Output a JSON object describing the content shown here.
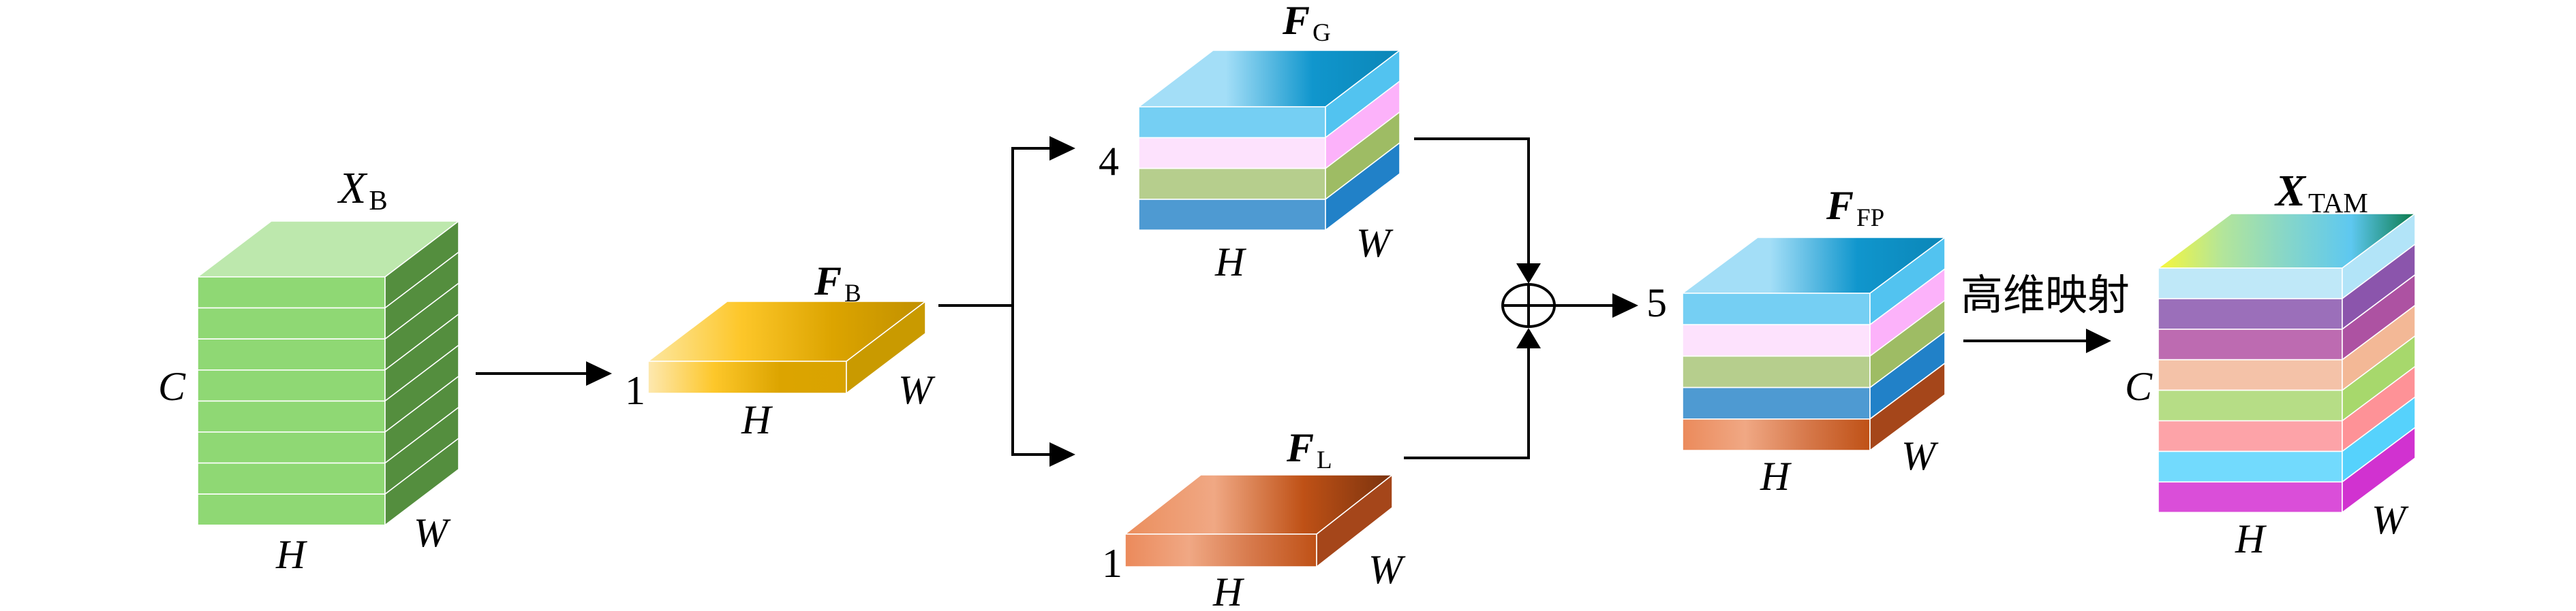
{
  "figure": {
    "blocks": [
      {
        "id": "xb",
        "label_main": "X",
        "label_sub": "B",
        "label_bold": false,
        "channel_label": "C",
        "height_label": "H",
        "width_label": "W",
        "channel_count_label": "",
        "top_gradient": [
          "#bde8ad",
          "#bde8ad"
        ],
        "layers": [
          {
            "front": "#8fd874",
            "side": "#548e3e"
          },
          {
            "front": "#8fd874",
            "side": "#548e3e"
          },
          {
            "front": "#8fd874",
            "side": "#548e3e"
          },
          {
            "front": "#8fd874",
            "side": "#548e3e"
          },
          {
            "front": "#8fd874",
            "side": "#548e3e"
          },
          {
            "front": "#8fd874",
            "side": "#548e3e"
          },
          {
            "front": "#8fd874",
            "side": "#548e3e"
          },
          {
            "front": "#8fd874",
            "side": "#548e3e"
          }
        ]
      },
      {
        "id": "fb",
        "label_main": "F",
        "label_sub": "B",
        "label_bold": true,
        "channel_label": "",
        "height_label": "H",
        "width_label": "W",
        "channel_count_label": "1",
        "top_gradient": [
          "#fde7a0",
          "#fdc72a",
          "#dca400",
          "#c09000"
        ],
        "layers": [
          {
            "front_gradient": [
              "#fde8b0",
              "#fdc72a",
              "#dca400",
              "#d9a300"
            ],
            "side": "#c99a00"
          }
        ]
      },
      {
        "id": "fg",
        "label_main": "F",
        "label_sub": "G",
        "label_bold": true,
        "channel_label": "",
        "height_label": "H",
        "width_label": "W",
        "channel_count_label": "4",
        "top_gradient": [
          "#a3def7",
          "#a3def7",
          "#1096cd",
          "#0b86b7"
        ],
        "layers": [
          {
            "front": "#75cff3",
            "side": "#52c3f0"
          },
          {
            "front": "#fde2fd",
            "side": "#fcb2fa"
          },
          {
            "front": "#b6ce8d",
            "side": "#9ebc64"
          },
          {
            "front": "#4e9ad2",
            "side": "#2181c8"
          }
        ]
      },
      {
        "id": "fl",
        "label_main": "F",
        "label_sub": "L",
        "label_bold": true,
        "channel_label": "",
        "height_label": "H",
        "width_label": "W",
        "channel_count_label": "1",
        "top_gradient": [
          "#eb8e5d",
          "#f0a884",
          "#bf5116",
          "#7a320e"
        ],
        "layers": [
          {
            "front_gradient": [
              "#eb8a5b",
              "#f0a884",
              "#d6784a",
              "#bf5116"
            ],
            "side": "#a5461a"
          }
        ]
      },
      {
        "id": "ffp",
        "label_main": "F",
        "label_sub": "FP",
        "label_bold": true,
        "channel_label": "",
        "height_label": "H",
        "width_label": "W",
        "channel_count_label": "5",
        "top_gradient": [
          "#a3def7",
          "#a3def7",
          "#1096cd",
          "#0b86b7"
        ],
        "layers": [
          {
            "front": "#75cff3",
            "side": "#52c3f0"
          },
          {
            "front": "#fde2fd",
            "side": "#fcb2fa"
          },
          {
            "front": "#b6ce8d",
            "side": "#9ebc64"
          },
          {
            "front": "#4e9ad2",
            "side": "#2181c8"
          },
          {
            "front_gradient": [
              "#eb8a5b",
              "#f0a884",
              "#d6784a",
              "#bf5116"
            ],
            "side": "#a5461a"
          }
        ]
      },
      {
        "id": "xtam",
        "label_main": "X",
        "label_sub": "TAM",
        "label_bold": true,
        "channel_label": "C",
        "height_label": "H",
        "width_label": "W",
        "channel_count_label": "",
        "top_gradient": [
          "#f7f73a",
          "#b3e59a",
          "#86d6c9",
          "#5ec8f0",
          "#0a7a4a"
        ],
        "layers": [
          {
            "front": "#bfe8f8",
            "side": "#b2e4f8"
          },
          {
            "front": "#9b6fba",
            "side": "#8b55ac"
          },
          {
            "front": "#bd6bb1",
            "side": "#ad52a2"
          },
          {
            "front": "#f4c2a8",
            "side": "#f3b896"
          },
          {
            "front": "#b6dd86",
            "side": "#a7d86c"
          },
          {
            "front": "#fda3a8",
            "side": "#fe9297"
          },
          {
            "front": "#72dafd",
            "side": "#56d2fc"
          },
          {
            "front": "#da4ed9",
            "side": "#d132d0"
          }
        ]
      }
    ],
    "operators": {
      "fusion_symbol": "element-wise-sum"
    },
    "annotations": {
      "mapping_text": "高维映射"
    }
  }
}
